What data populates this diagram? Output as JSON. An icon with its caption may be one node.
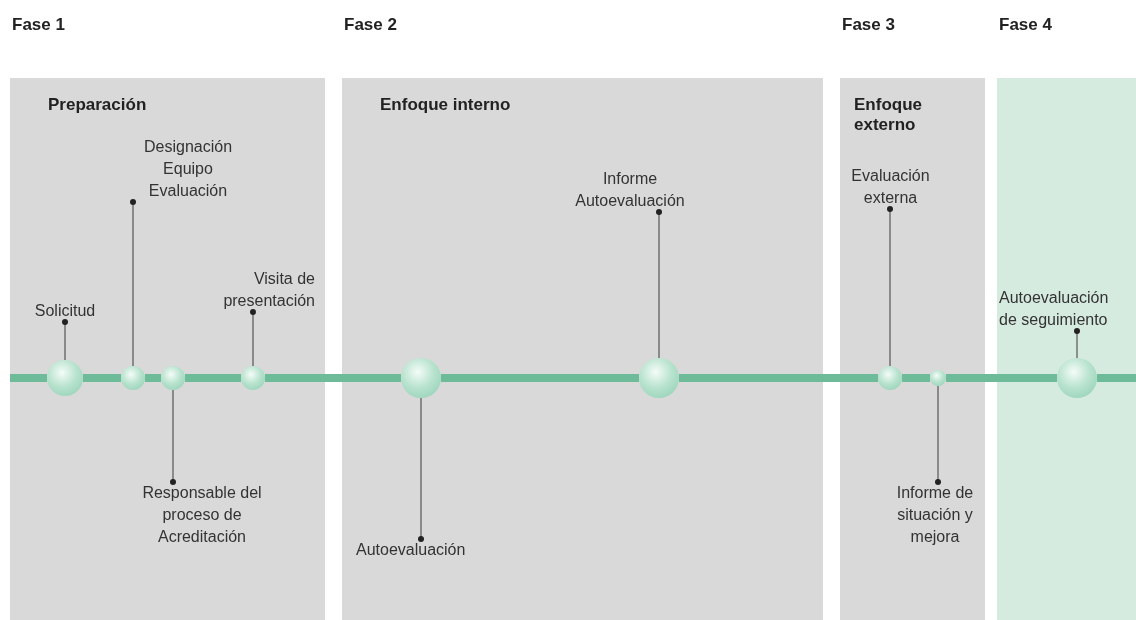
{
  "diagram": {
    "nodes": [
      {
        "text": [
          "Fase 1",
          "Preparación"
        ]
      },
      {
        "text": [],
        "shape": "circle",
        "in": 0
      },
      {
        "text": [],
        "shape": "circle",
        "in": 0
      },
      {
        "text": [],
        "shape": "circle",
        "in": 0
      },
      {
        "text": [],
        "shape": "circle",
        "in": 0
      },
      {
        "text": [
          "Solicitud"
        ],
        "in": 0
      },
      {
        "text": [
          "Designación Equipo Evaluación"
        ],
        "in": 0
      },
      {
        "text": [
          "Visita de presentación"
        ],
        "in": 0
      },
      {
        "text": [
          "Responsable del proceso de Acreditación"
        ],
        "in": 0
      },
      {
        "text": [
          "Fase 2",
          "Enfoque interno"
        ]
      },
      {
        "text": [],
        "shape": "circle",
        "in": 9
      },
      {
        "text": [],
        "shape": "circle",
        "in": 9
      },
      {
        "text": [
          "Informe Autoevaluación"
        ],
        "in": 9
      },
      {
        "text": [
          "Autoevaluación"
        ],
        "in": 9
      },
      {
        "text": [
          "Fase 3",
          "Enfoque externo"
        ]
      },
      {
        "text": [],
        "shape": "circle",
        "in": 14
      },
      {
        "text": [],
        "shape": "circle",
        "in": 14
      },
      {
        "text": [
          "Evaluación externa"
        ],
        "in": 14
      },
      {
        "text": [
          "Informe de situación y mejora"
        ],
        "in": 14
      },
      {
        "text": [
          "Fase 4"
        ]
      },
      {
        "text": [],
        "shape": "circle",
        "in": 19
      },
      {
        "text": [
          "Autoevaluación de seguimiento"
        ],
        "in": 19
      }
    ],
    "edges": [
      {
        "from": 1,
        "to": 2,
        "arrow": "none",
        "style": "thick",
        "color": "#6dbb98"
      },
      {
        "from": 2,
        "to": 3,
        "arrow": "none",
        "style": "thick",
        "color": "#6dbb98"
      },
      {
        "from": 3,
        "to": 4,
        "arrow": "none",
        "style": "thick",
        "color": "#6dbb98"
      },
      {
        "from": 4,
        "to": 10,
        "arrow": "none",
        "style": "thick",
        "color": "#6dbb98"
      },
      {
        "from": 10,
        "to": 11,
        "arrow": "none",
        "style": "thick",
        "color": "#6dbb98"
      },
      {
        "from": 11,
        "to": 15,
        "arrow": "none",
        "style": "thick",
        "color": "#6dbb98"
      },
      {
        "from": 15,
        "to": 16,
        "arrow": "none",
        "style": "thick",
        "color": "#6dbb98"
      },
      {
        "from": 16,
        "to": 20,
        "arrow": "none",
        "style": "thick",
        "color": "#6dbb98"
      },
      {
        "from": 5,
        "to": 1,
        "arrow": "other"
      },
      {
        "from": 6,
        "to": 2,
        "arrow": "other"
      },
      {
        "from": 8,
        "to": 3,
        "arrow": "other"
      },
      {
        "from": 7,
        "to": 4,
        "arrow": "other"
      },
      {
        "from": 13,
        "to": 10,
        "arrow": "other"
      },
      {
        "from": 12,
        "to": 11,
        "arrow": "other"
      },
      {
        "from": 17,
        "to": 15,
        "arrow": "other"
      },
      {
        "from": 18,
        "to": 16,
        "arrow": "other"
      },
      {
        "from": 21,
        "to": 20,
        "arrow": "other"
      }
    ]
  }
}
